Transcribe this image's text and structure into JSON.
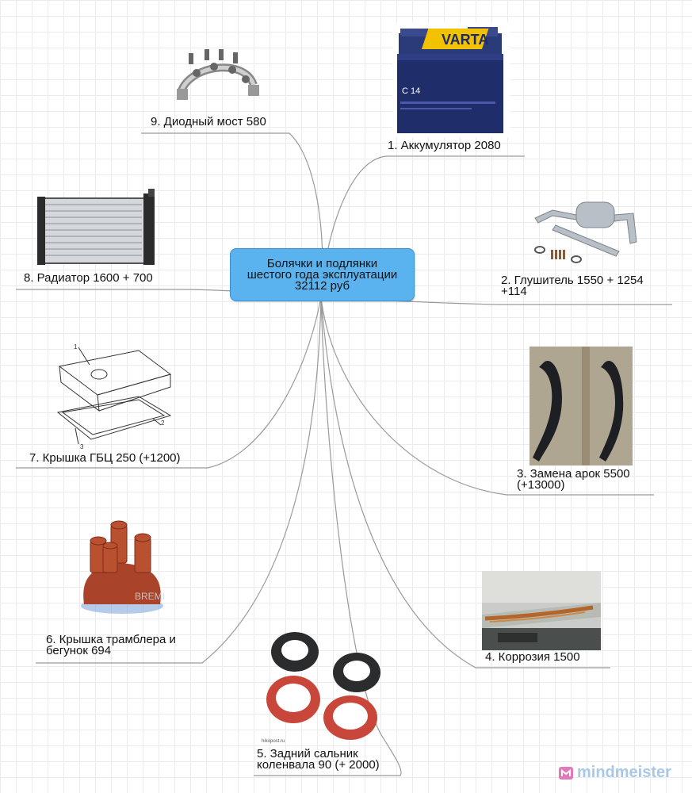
{
  "central": {
    "line1": "Болячки и подлянки",
    "line2": "шестого года эксплуатации",
    "line3": "32112 руб"
  },
  "nodes": {
    "n1": "1. Аккумулятор 2080",
    "n2_line1": "2. Глушитель  1550 + 1254",
    "n2_line2": "+114",
    "n3_line1": "3. Замена арок 5500",
    "n3_line2": "(+13000)",
    "n4": "4. Коррозия 1500",
    "n5_line1": "5. Задний сальник",
    "n5_line2": "коленвала 90 (+ 2000)",
    "n6_line1": "6. Крышка трамблера и",
    "n6_line2": "бегунок 694",
    "n7": "7. Крышка ГБЦ 250 (+1200)",
    "n8": "8. Радиатор 1600 + 700",
    "n9": "9. Диодный мост 580"
  },
  "images": {
    "battery_brand": "VARTA",
    "battery_model": "C 14",
    "gasket_num1": "1",
    "gasket_num2": "2",
    "gasket_num3": "3",
    "cap_watermark": "BREMI",
    "seal_watermark": "hikopost.ru"
  },
  "brand": {
    "name": "mindmeister"
  },
  "colors": {
    "central_fill": "#5ab3ee",
    "branch_line": "#9a9a9a",
    "grid": "#ececec"
  }
}
